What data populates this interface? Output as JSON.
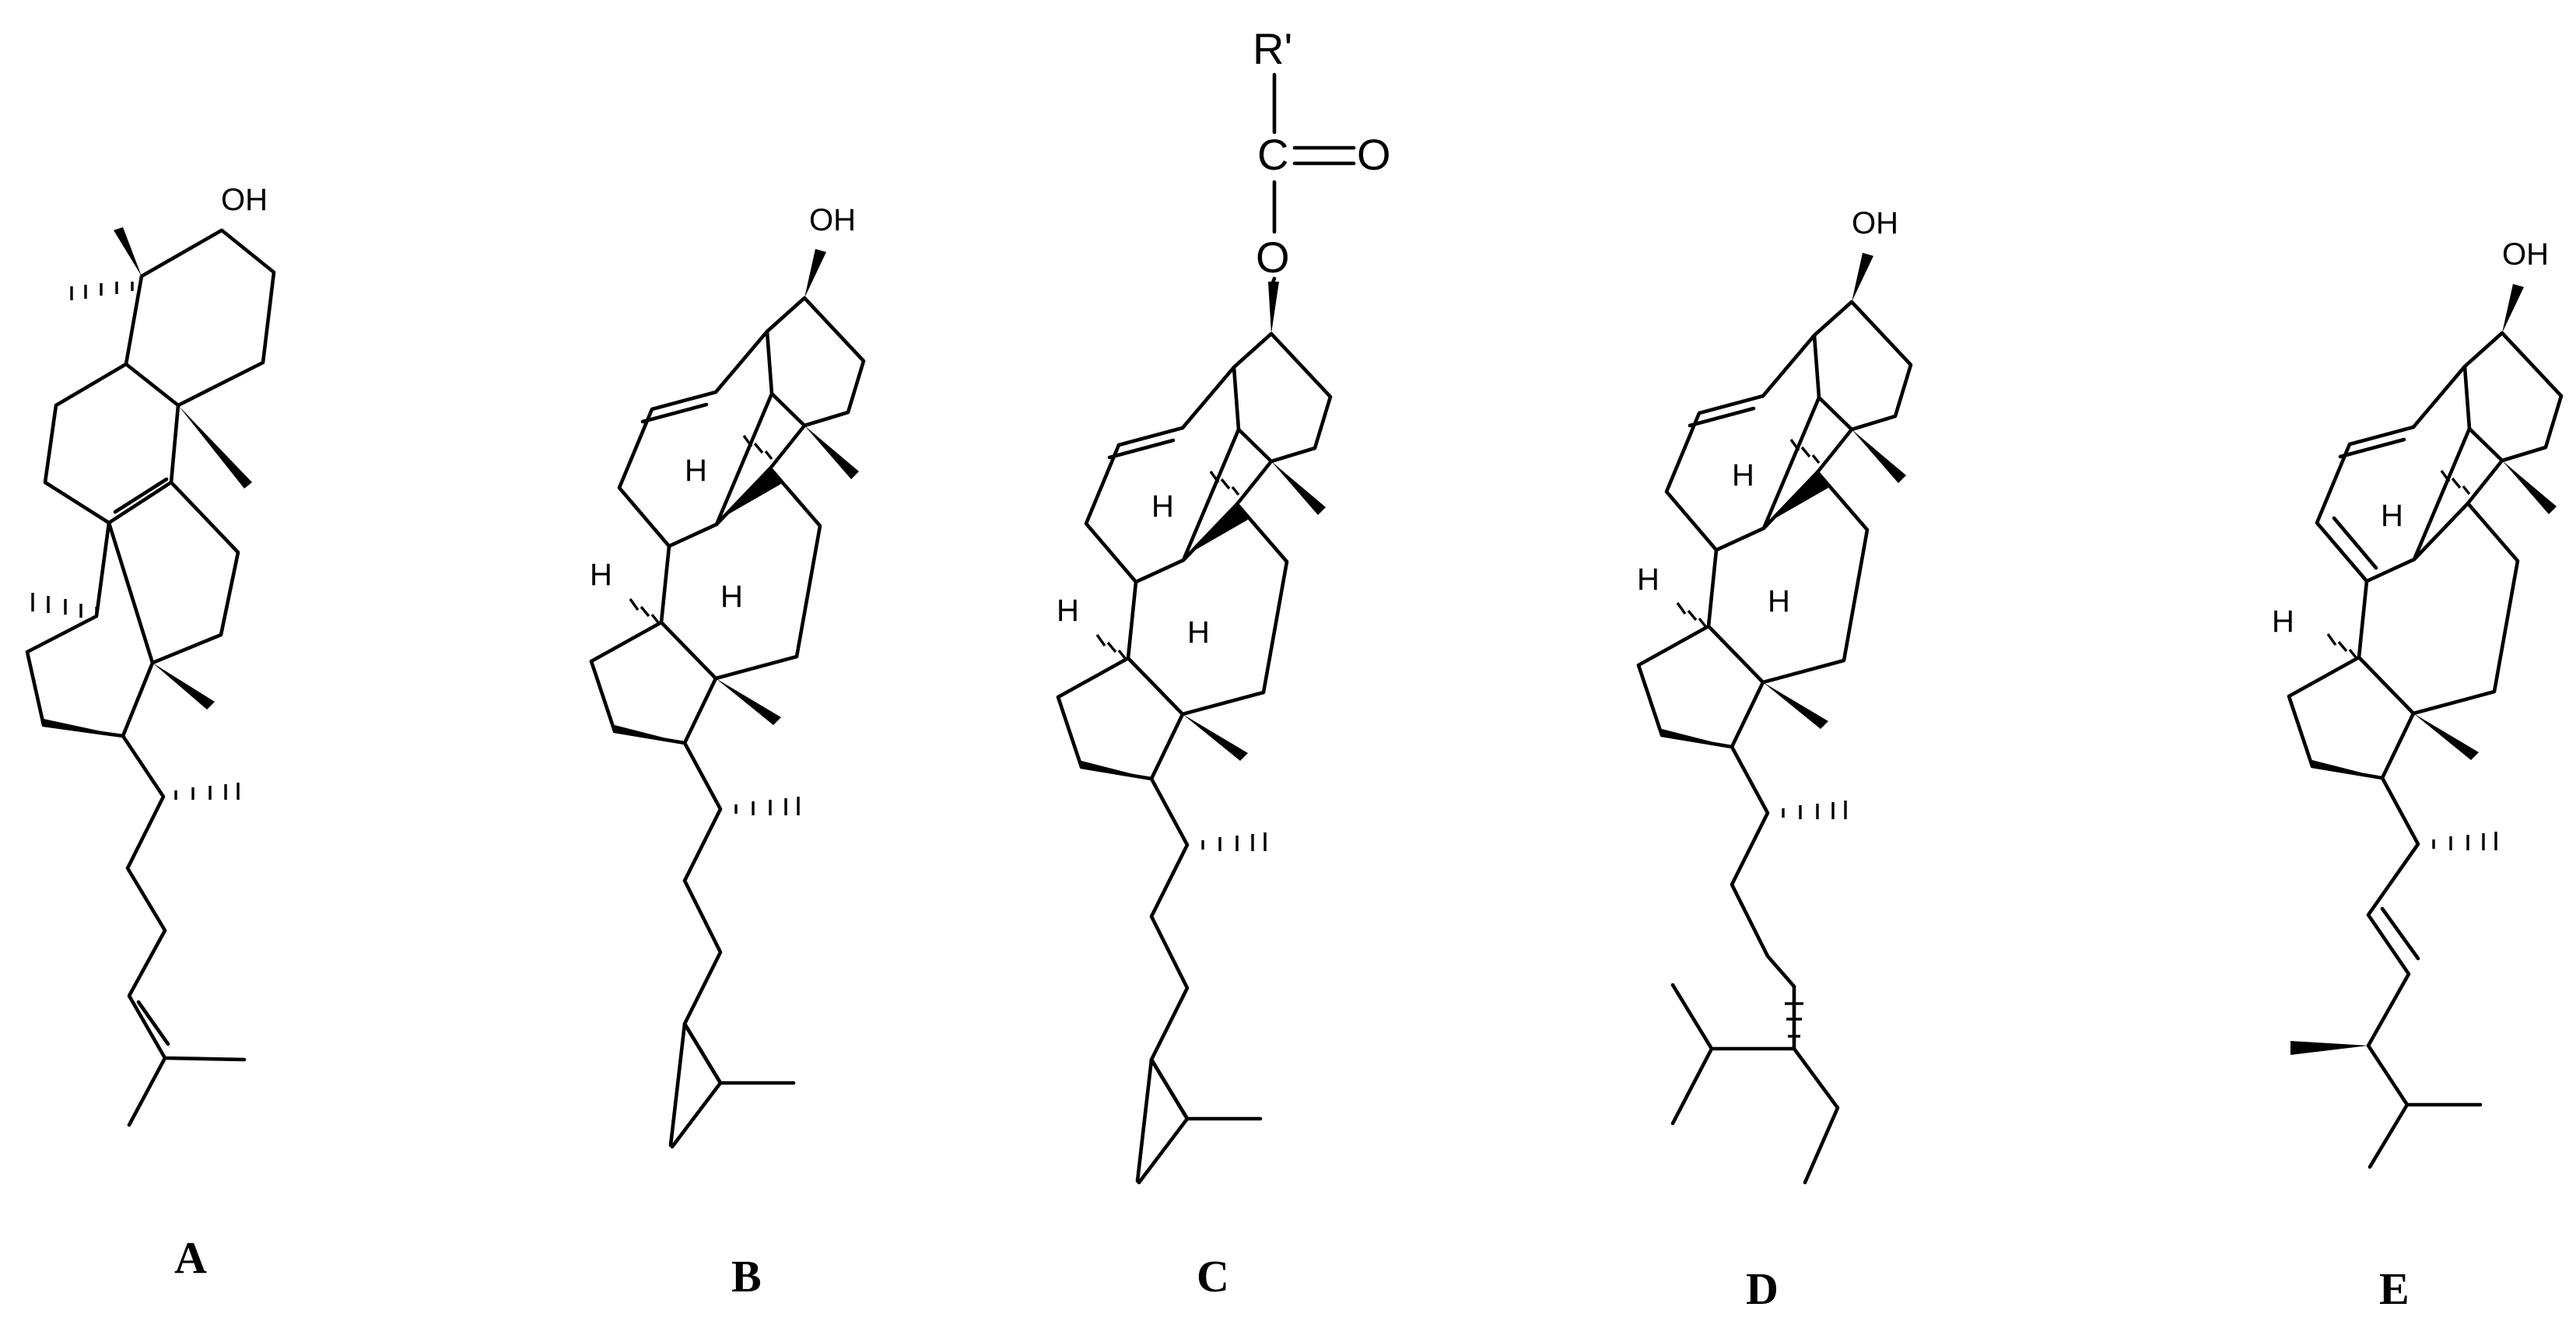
{
  "structures": [
    {
      "id": "A",
      "label": "A",
      "oh": "OH"
    },
    {
      "id": "B",
      "label": "B",
      "oh": "OH",
      "h": "H"
    },
    {
      "id": "C",
      "label": "C",
      "r": "R'",
      "c": "C",
      "o_carbonyl": "O",
      "o_ester": "O",
      "h": "H"
    },
    {
      "id": "D",
      "label": "D",
      "oh": "OH",
      "h": "H"
    },
    {
      "id": "E",
      "label": "E",
      "oh": "OH",
      "h": "H"
    }
  ],
  "colors": {
    "ink": "#000000",
    "background": "#ffffff"
  }
}
